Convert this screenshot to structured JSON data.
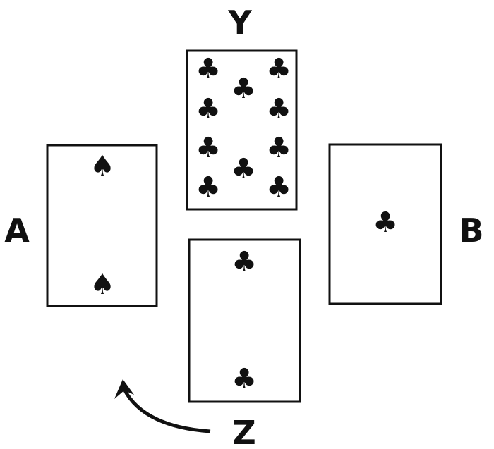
{
  "labels": {
    "top": "Y",
    "left": "A",
    "right": "B",
    "bottom": "Z"
  },
  "cards": {
    "Y": {
      "rank": "10",
      "suit": "clubs",
      "glyph": "♣"
    },
    "A": {
      "rank": "2",
      "suit": "spades",
      "glyph": "♠"
    },
    "B": {
      "rank": "A",
      "suit": "clubs",
      "glyph": "♣"
    },
    "Z": {
      "rank": "2",
      "suit": "clubs",
      "glyph": "♣"
    }
  },
  "arrow": {
    "from": "Z",
    "to": "A",
    "direction": "clockwise"
  }
}
